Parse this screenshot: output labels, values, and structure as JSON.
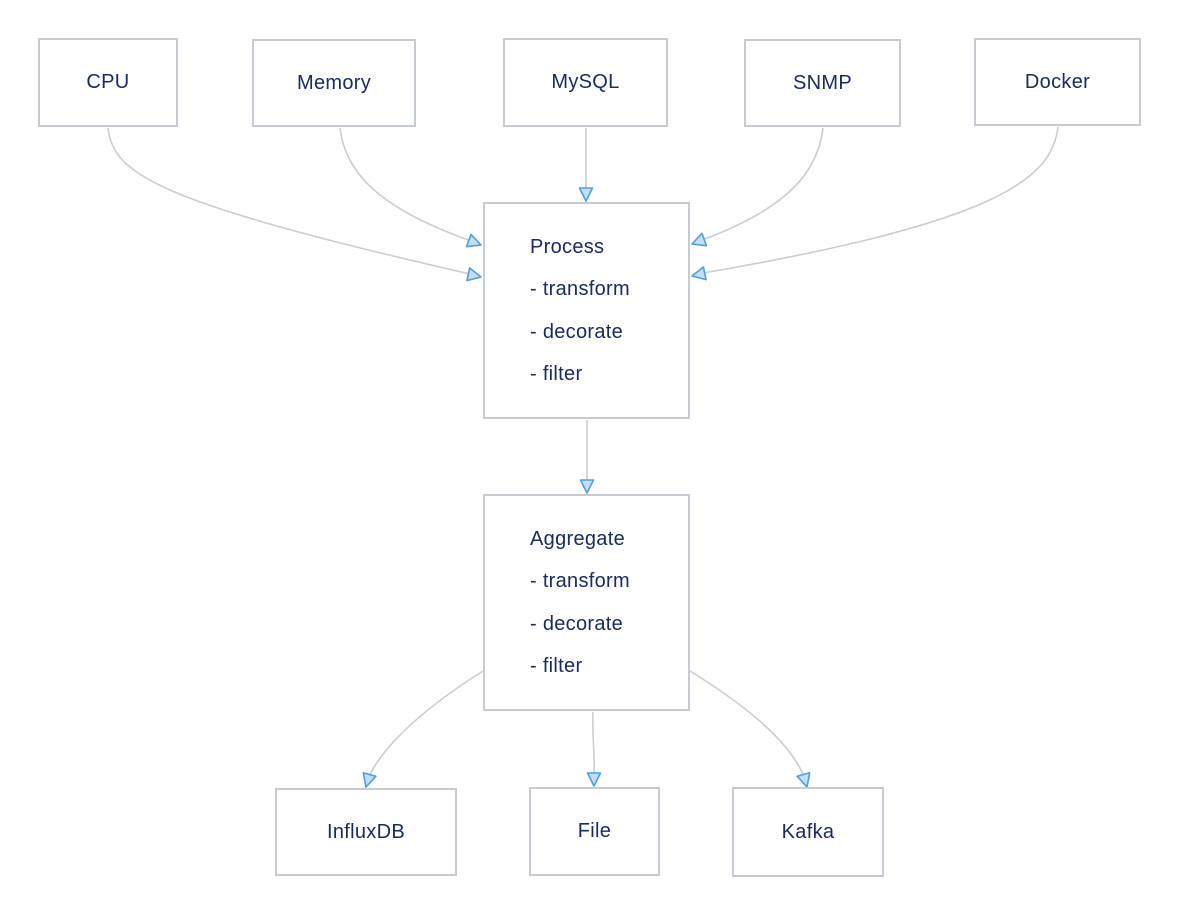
{
  "nodes": {
    "cpu": {
      "label": "CPU"
    },
    "memory": {
      "label": "Memory"
    },
    "mysql": {
      "label": "MySQL"
    },
    "snmp": {
      "label": "SNMP"
    },
    "docker": {
      "label": "Docker"
    },
    "process": {
      "title": "Process",
      "items": [
        "- transform",
        "- decorate",
        "- filter"
      ]
    },
    "aggregate": {
      "title": "Aggregate",
      "items": [
        "- transform",
        "- decorate",
        "- filter"
      ]
    },
    "influxdb": {
      "label": "InfluxDB"
    },
    "file": {
      "label": "File"
    },
    "kafka": {
      "label": "Kafka"
    }
  },
  "edges": [
    {
      "from": "CPU",
      "to": "Process"
    },
    {
      "from": "Memory",
      "to": "Process"
    },
    {
      "from": "MySQL",
      "to": "Process"
    },
    {
      "from": "SNMP",
      "to": "Process"
    },
    {
      "from": "Docker",
      "to": "Process"
    },
    {
      "from": "Process",
      "to": "Aggregate"
    },
    {
      "from": "Aggregate",
      "to": "InfluxDB"
    },
    {
      "from": "Aggregate",
      "to": "File"
    },
    {
      "from": "Aggregate",
      "to": "Kafka"
    }
  ],
  "colors": {
    "background": "#ffffff",
    "node_border": "#c7cbd3",
    "node_text": "#1a2a63",
    "edge_line": "#c9cdd4",
    "arrow_fill": "#c4ddf2",
    "arrow_stroke": "#4f9fd8"
  }
}
